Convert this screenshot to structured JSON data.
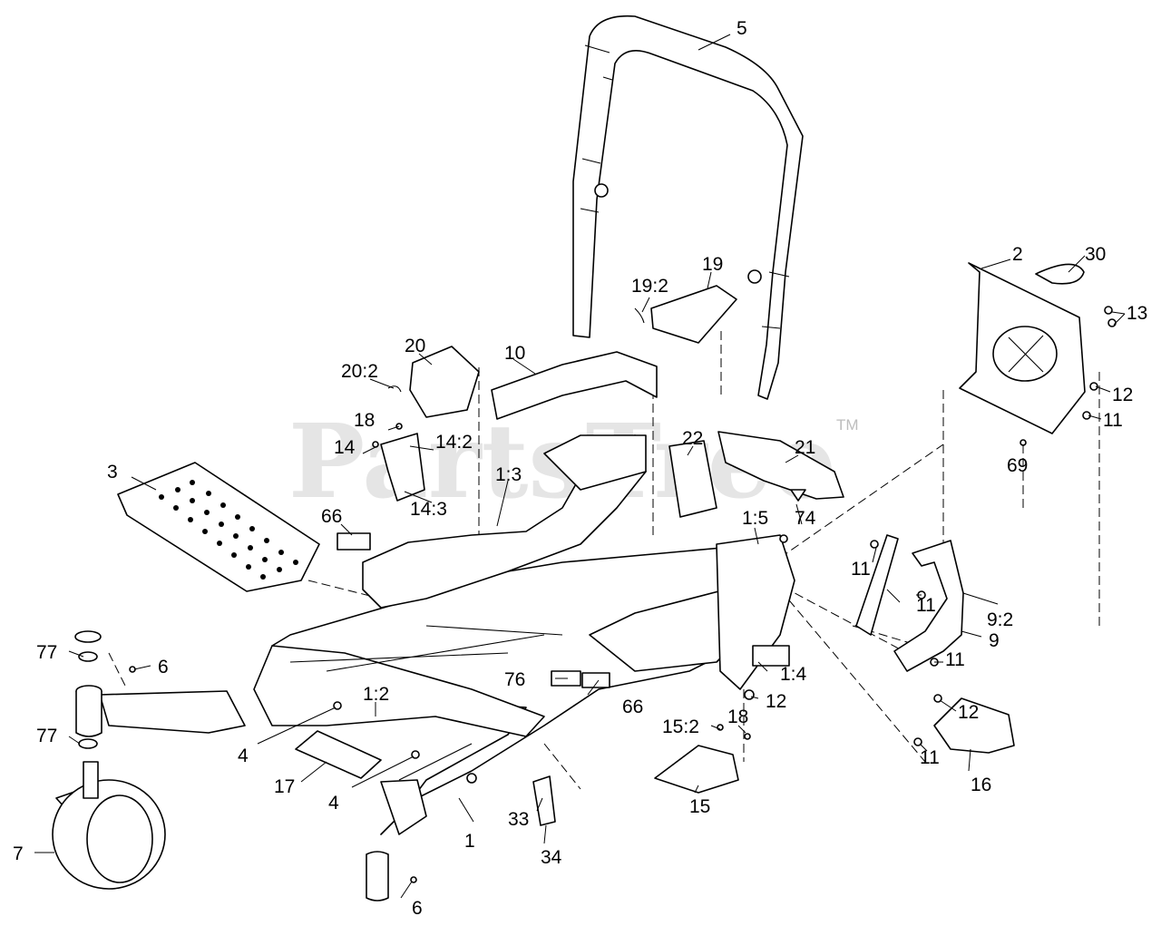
{
  "watermark": {
    "text": "PartsTree",
    "tm": "TM"
  },
  "labels": {
    "l1": "1",
    "l1_2": "1:2",
    "l1_3": "1:3",
    "l1_4": "1:4",
    "l1_5": "1:5",
    "l2": "2",
    "l3": "3",
    "l4a": "4",
    "l4b": "4",
    "l5": "5",
    "l6a": "6",
    "l6b": "6",
    "l7": "7",
    "l9": "9",
    "l9_2": "9:2",
    "l10": "10",
    "l11a": "11",
    "l11b": "11",
    "l11c": "11",
    "l11d": "11",
    "l11e": "11",
    "l12a": "12",
    "l12b": "12",
    "l12c": "12",
    "l13": "13",
    "l14": "14",
    "l14_2": "14:2",
    "l14_3": "14:3",
    "l15": "15",
    "l15_2": "15:2",
    "l16": "16",
    "l17": "17",
    "l18a": "18",
    "l18b": "18",
    "l19": "19",
    "l19_2": "19:2",
    "l20": "20",
    "l20_2": "20:2",
    "l21": "21",
    "l22": "22",
    "l30": "30",
    "l33": "33",
    "l34": "34",
    "l66a": "66",
    "l66b": "66",
    "l69": "69",
    "l74": "74",
    "l76": "76",
    "l77a": "77",
    "l77b": "77"
  }
}
